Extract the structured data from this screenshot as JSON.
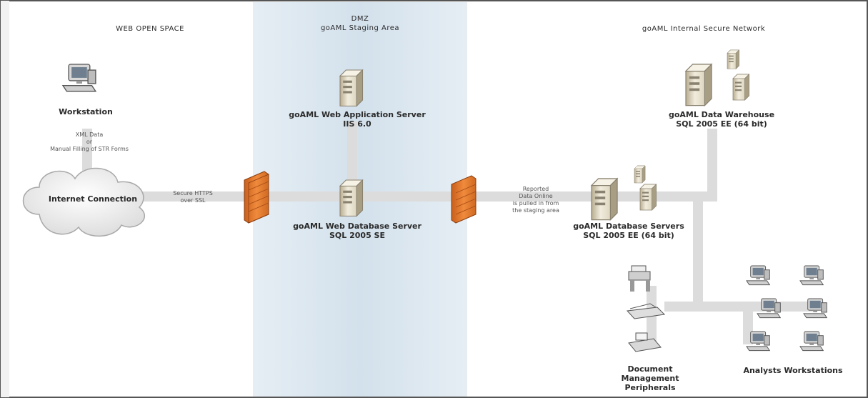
{
  "zones": {
    "web_open_space": "WEB OPEN SPACE",
    "dmz_line1": "DMZ",
    "dmz_line2": "goAML Staging Area",
    "internal": "goAML Internal Secure Network"
  },
  "nodes": {
    "workstation": "Workstation",
    "internet": "Internet Connection",
    "web_app_server_l1": "goAML Web Application Server",
    "web_app_server_l2": "IIS 6.0",
    "web_db_server_l1": "goAML Web Database Server",
    "web_db_server_l2": "SQL 2005 SE",
    "data_warehouse_l1": "goAML Data Warehouse",
    "data_warehouse_l2": "SQL 2005 EE (64 bit)",
    "db_servers_l1": "goAML Database Servers",
    "db_servers_l2": "SQL 2005 EE (64 bit)",
    "doc_mgmt_l1": "Document",
    "doc_mgmt_l2": "Management",
    "doc_mgmt_l3": "Peripherals",
    "analysts": "Analysts Workstations"
  },
  "annotations": {
    "xml_l1": "XML Data",
    "xml_l2": "or",
    "xml_l3": "Manual Filling of STR Forms",
    "https_l1": "Secure HTTPS",
    "https_l2": "over SSL",
    "reported_l1": "Reported",
    "reported_l2": "Data Online",
    "reported_l3": "is pulled in from",
    "reported_l4": "the staging area"
  },
  "colors": {
    "dmz_band": "#dde8f0",
    "connector": "#dcdcdc",
    "firewall": "#e07a2e",
    "server_body": "#e8e2d0",
    "frame_border": "#555555"
  },
  "icons": [
    "workstation-icon",
    "cloud-icon",
    "firewall-icon",
    "server-icon",
    "printer-icon",
    "scanner-icon",
    "fax-icon",
    "desktop-computer-icon"
  ]
}
